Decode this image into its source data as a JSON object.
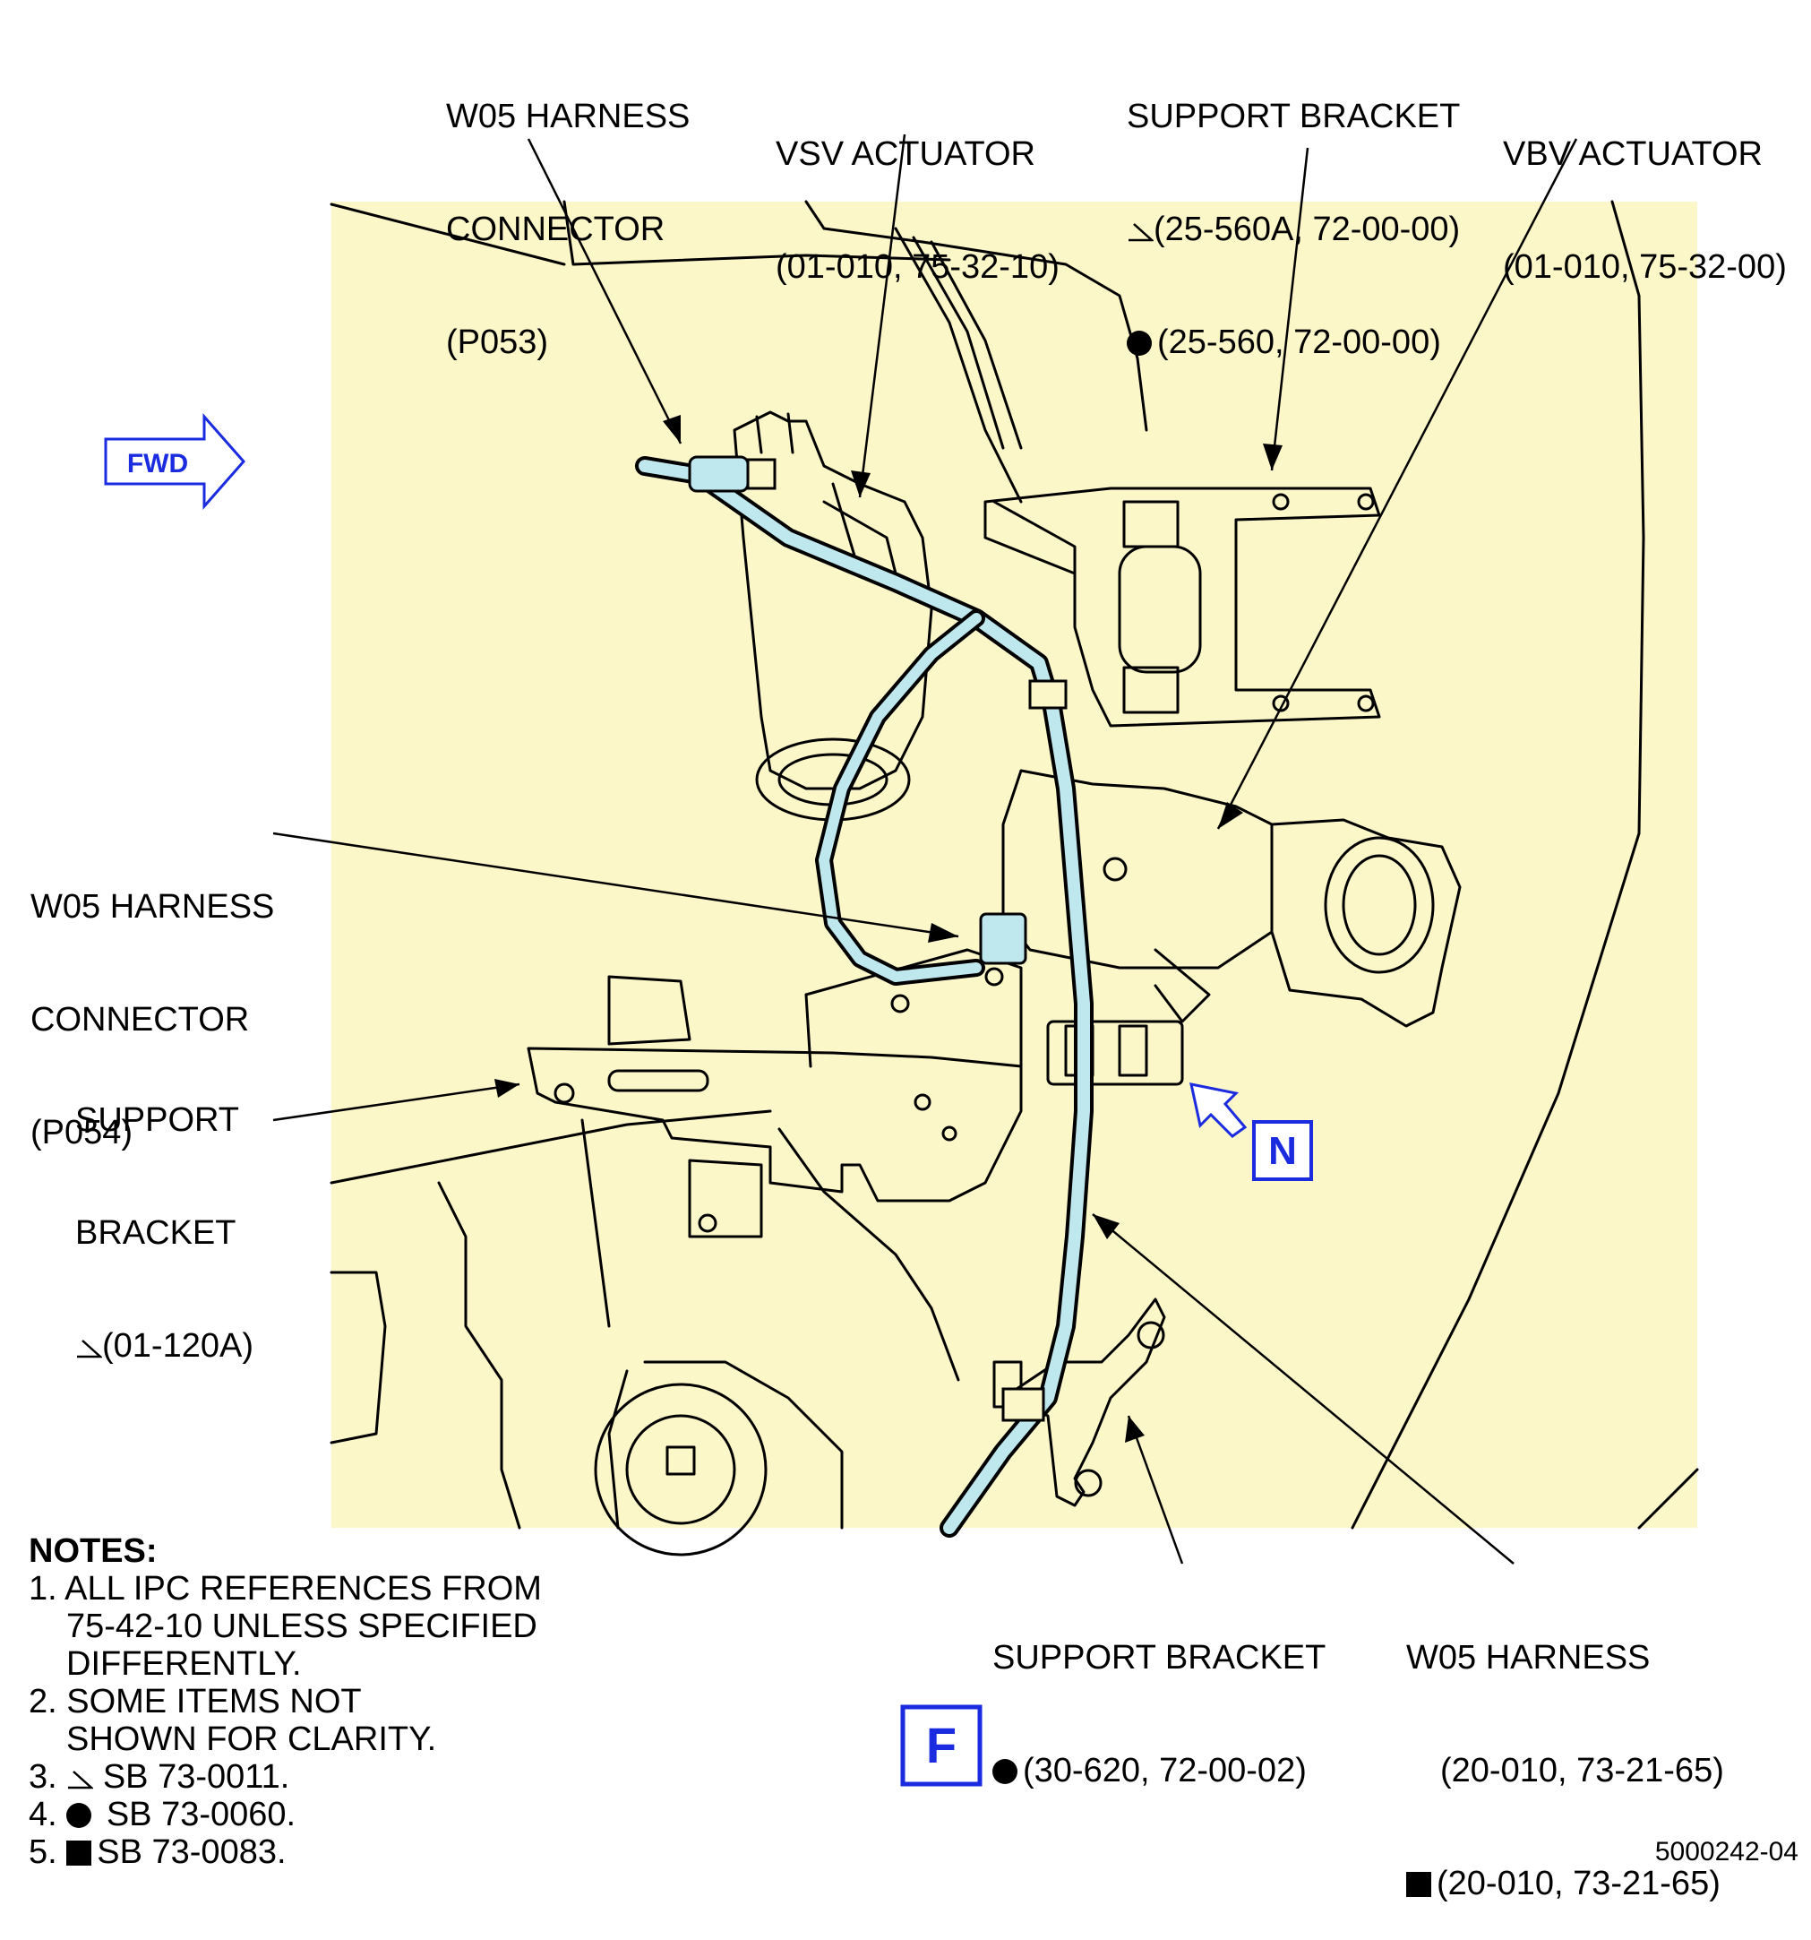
{
  "labels": {
    "p053": [
      "W05 HARNESS",
      "CONNECTOR",
      "(P053)"
    ],
    "vsv": [
      "VSV ACTUATOR",
      "(01-010, 75-32-10)"
    ],
    "support_top": [
      "SUPPORT BRACKET",
      "(25-560A, 72-00-00)",
      "(25-560, 72-00-00)"
    ],
    "vbv": [
      "VBV ACTUATOR",
      "(01-010, 75-32-00)"
    ],
    "p054": [
      "W05 HARNESS",
      "CONNECTOR",
      "(P054)"
    ],
    "support_left": [
      "SUPPORT",
      "BRACKET",
      "(01-120A)"
    ],
    "support_bottom": [
      "SUPPORT BRACKET",
      "(30-620, 72-00-02)"
    ],
    "harness": [
      "W05 HARNESS",
      "(20-010, 73-21-65)",
      "(20-010, 73-21-65)"
    ]
  },
  "markers": {
    "fwd": "FWD",
    "view_n": "N",
    "view_f": "F"
  },
  "notes": {
    "title": "NOTES:",
    "items": [
      "1. ALL IPC REFERENCES FROM",
      "75-42-10 UNLESS SPECIFIED",
      "DIFFERENTLY.",
      "2. SOME ITEMS NOT",
      "SHOWN FOR CLARITY.",
      "3.",
      "SB 73-0011.",
      "4.",
      "SB 73-0060.",
      "5.",
      "SB 73-0083."
    ]
  },
  "figure_id": "5000242-04",
  "colors": {
    "background_panel": "#fbf7c9",
    "harness": "#bfe7ee",
    "callout_blue": "#1a2be0",
    "line": "#000000"
  },
  "symbols": {
    "triangle": "triangle-mark-icon",
    "dot": "filled-circle-icon",
    "square": "filled-square-icon"
  }
}
